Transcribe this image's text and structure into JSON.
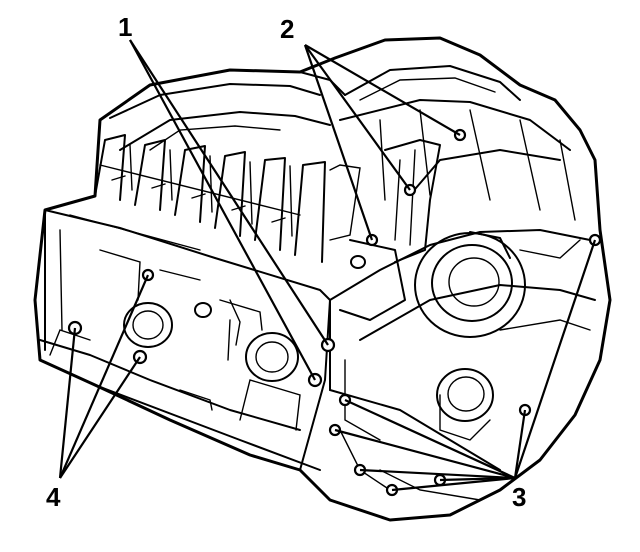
{
  "callouts": [
    {
      "id": "callout-1",
      "label": "1"
    },
    {
      "id": "callout-2",
      "label": "2"
    },
    {
      "id": "callout-3",
      "label": "3"
    },
    {
      "id": "callout-4",
      "label": "4"
    }
  ],
  "colors": {
    "line": "#000000",
    "background": "#ffffff"
  }
}
